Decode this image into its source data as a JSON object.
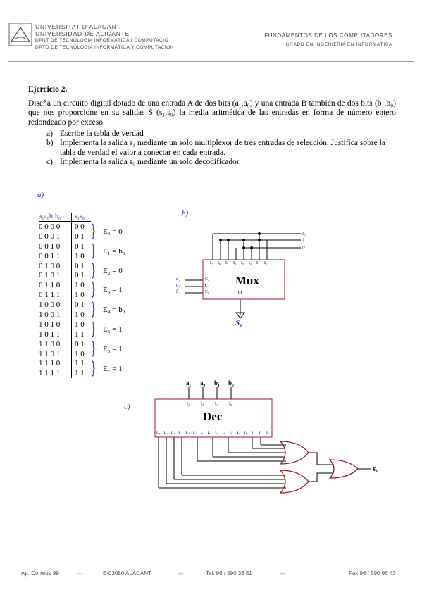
{
  "header": {
    "univ_ca": "UNIVERSITAT D’ALACANT",
    "univ_es": "UNIVERSIDAD DE ALICANTE",
    "dept_ca": "DPNT DE TECNOLOGIA INFORMÀTICA I COMPUTACIÓ",
    "dept_es": "DPTO DE TECNOLOGÍA INFORMÁTICA Y COMPUTACIÓN",
    "subject": "FUNDAMENTOS DE LOS COMPUTADORES",
    "degree": "GRADO EN INGENIERÍA EN INFORMÁTICA"
  },
  "exercise": {
    "title": "Ejercicio 2.",
    "statement": "Diseña un circuito digital dotado de una entrada A de dos bits (a₁,a₀) y una entrada B también de dos bits (b₁,b₀) que nos proporcione en su salidas S (s₁,s₀) la media aritmética de las entradas en forma de número entero redondeado por exceso.",
    "items": [
      {
        "label": "a)",
        "text": "Escribe la tabla de verdad"
      },
      {
        "label": "b)",
        "text": "Implementa la salida s₁ mediante un solo multiplexor de tres entradas de selección. Justifica sobre la tabla de verdad el valor a conectar en cada entrada."
      },
      {
        "label": "c)",
        "text": "Implementa la salida s₀ mediante un solo decodificador."
      }
    ]
  },
  "section_labels": {
    "a": "a)",
    "b": "b)",
    "c": "c)"
  },
  "truth_table": {
    "header_in": "a₁a₀b₁b₀",
    "header_out": "s₁s₀",
    "rows": [
      {
        "in": "0 0 0 0",
        "out": "0 0"
      },
      {
        "in": "0 0 0 1",
        "out": "0 1"
      },
      {
        "in": "0 0 1 0",
        "out": "0 1"
      },
      {
        "in": "0 0 1 1",
        "out": "1 0"
      },
      {
        "in": "0 1 0 0",
        "out": "0 1"
      },
      {
        "in": "0 1 0 1",
        "out": "0 1"
      },
      {
        "in": "0 1 1 0",
        "out": "1 0"
      },
      {
        "in": "0 1 1 1",
        "out": "1 0"
      },
      {
        "in": "1 0 0 0",
        "out": "0 1"
      },
      {
        "in": "1 0 0 1",
        "out": "1 0"
      },
      {
        "in": "1 0 1 0",
        "out": "1 0"
      },
      {
        "in": "1 0 1 1",
        "out": "1 1"
      },
      {
        "in": "1 1 0 0",
        "out": "0 1"
      },
      {
        "in": "1 1 0 1",
        "out": "1 0"
      },
      {
        "in": "1 1 1 0",
        "out": "1 1"
      },
      {
        "in": "1 1 1 1",
        "out": "1 1"
      }
    ],
    "equations": [
      "E₀ = 0",
      "E₁ = b₀",
      "E₂ = 0",
      "E₃ = 1",
      "E₄ = b₀",
      "E₅ = 1",
      "E₆ = 1",
      "E₇ = 1"
    ]
  },
  "mux": {
    "name": "Mux",
    "data_inputs": [
      "I₇",
      "I₆",
      "I₅",
      "I₄",
      "I₃",
      "I₂",
      "I₁",
      "I₀"
    ],
    "select_labels": [
      "C₂",
      "C₁",
      "C₀"
    ],
    "select_signals": [
      "a₁",
      "a₀",
      "b₁"
    ],
    "source_labels": [
      "b₀",
      "1",
      "0"
    ],
    "output_pin": "O",
    "output": "S₁"
  },
  "dec": {
    "name": "Dec",
    "inputs": [
      "a₁",
      "a₀",
      "b₁",
      "b₀"
    ],
    "input_pins": [
      "I₃",
      "I₂",
      "I₁",
      "I₀"
    ],
    "outputs": [
      "I₁₅",
      "I₁₄",
      "I₁₃",
      "I₁₂",
      "I₁₁",
      "I₁₀",
      "I₉",
      "I₈",
      "I₇",
      "I₆",
      "I₅",
      "I₄",
      "I₃",
      "I₂",
      "I₁",
      "I₀"
    ],
    "output_signal": "s₀"
  },
  "footer": {
    "address": "Ap. Correus 99",
    "sep": "-:-",
    "city": "E-03080 ALACANT",
    "tel": "Tel. 96 / 590 36 81",
    "fax": "Fax 96 / 590 96 43"
  },
  "colors": {
    "block": "#a01828",
    "label_blue": "#2233aa"
  }
}
